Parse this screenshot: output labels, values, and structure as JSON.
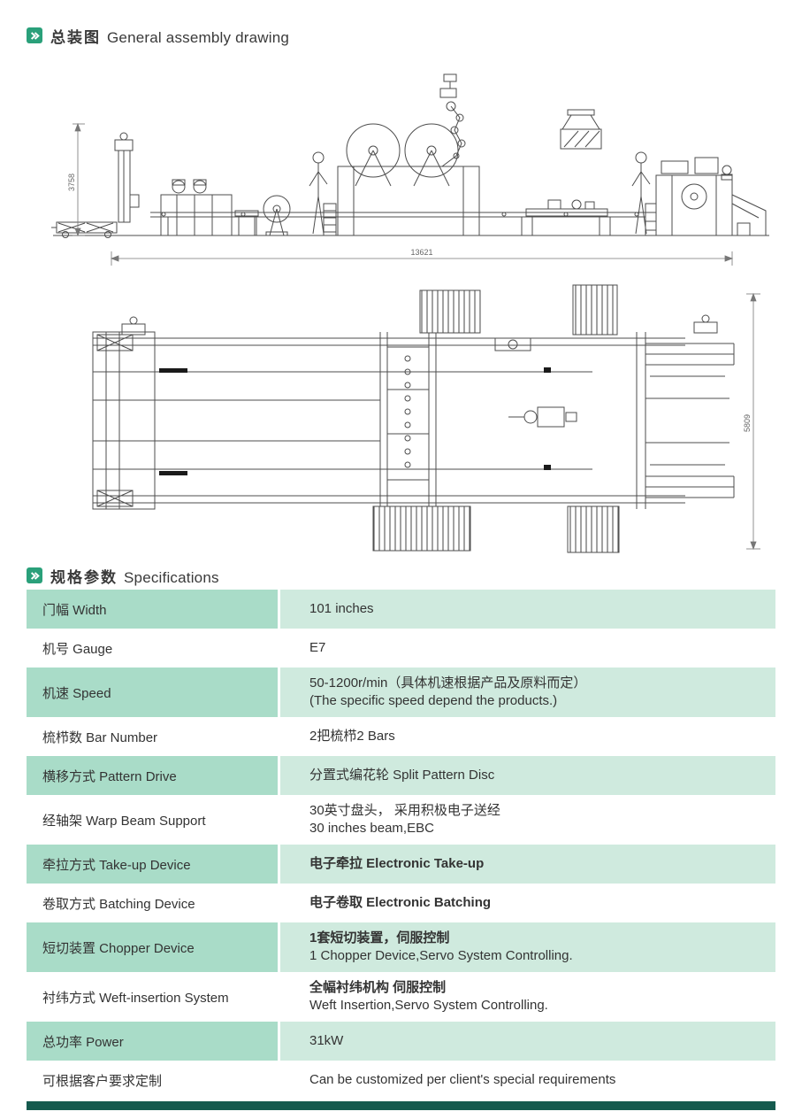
{
  "sections": {
    "assembly": {
      "zh": "总装图",
      "en": "General assembly drawing"
    },
    "specs": {
      "zh": "规格参数",
      "en": "Specifications"
    }
  },
  "drawing": {
    "length_dim": "13621",
    "height_dim": "3758",
    "width_dim": "5809"
  },
  "specs_table": {
    "rows": [
      {
        "label": "门幅 Width",
        "value1": "101 inches",
        "value2": ""
      },
      {
        "label": "机号 Gauge",
        "value1": "E7",
        "value2": ""
      },
      {
        "label": "机速 Speed",
        "value1": "50-1200r/min（具体机速根据产品及原料而定）",
        "value2": "(The specific speed depend the products.)"
      },
      {
        "label": "梳栉数 Bar Number",
        "value1": "2把梳栉2 Bars",
        "value2": ""
      },
      {
        "label": "横移方式 Pattern Drive",
        "value1": "分置式编花轮  Split Pattern Disc",
        "value2": ""
      },
      {
        "label": "经轴架 Warp Beam Support",
        "value1": "30英寸盘头， 采用积极电子送经",
        "value2": "30 inches beam,EBC"
      },
      {
        "label": "牵拉方式 Take-up Device",
        "value1": "电子牵拉 Electronic Take-up",
        "value2": ""
      },
      {
        "label": "卷取方式 Batching Device",
        "value1": "电子卷取 Electronic Batching",
        "value2": ""
      },
      {
        "label": "短切装置  Chopper Device",
        "value1": "1套短切装置，伺服控制",
        "value2": "1 Chopper Device,Servo System Controlling."
      },
      {
        "label": "衬纬方式 Weft-insertion System",
        "value1": "全幅衬纬机构  伺服控制",
        "value2": "Weft Insertion,Servo System Controlling."
      },
      {
        "label": "总功率 Power",
        "value1": "31kW",
        "value2": ""
      },
      {
        "label": "可根据客户要求定制",
        "value1": "Can be customized per client's special requirements",
        "value2": ""
      }
    ]
  },
  "colors": {
    "accent_green": "#2aa07a",
    "row_green_left": "#a9dcc8",
    "row_green_right": "#cfeade",
    "footer_bar": "#155a4e"
  }
}
